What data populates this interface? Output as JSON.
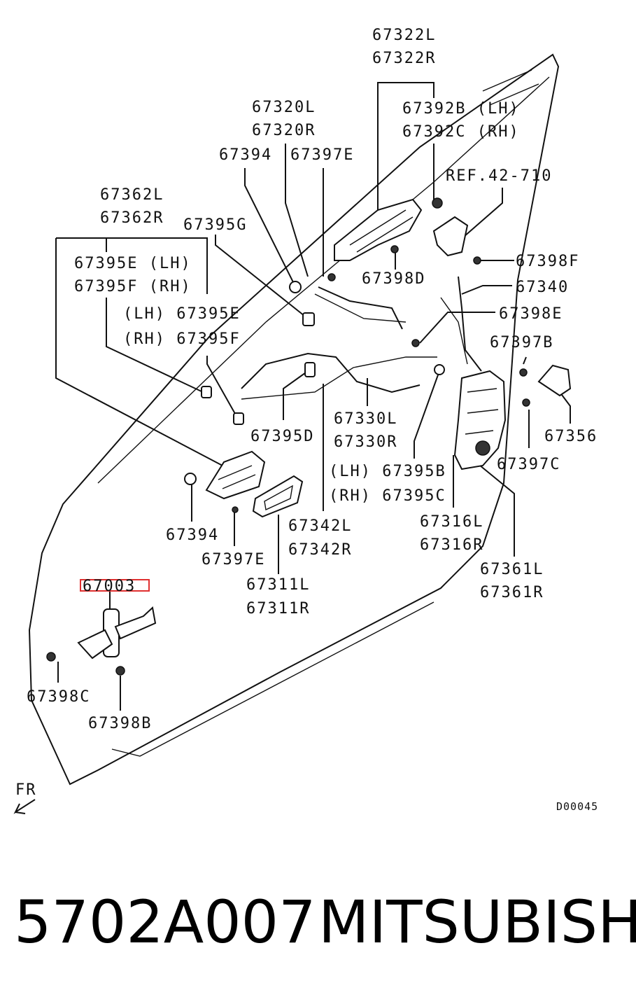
{
  "diagram": {
    "labels": {
      "l67322L": "67322L",
      "l67322R": "67322R",
      "l67392B": "67392B (LH)",
      "l67392C": "67392C (RH)",
      "l67320L": "67320L",
      "l67320R": "67320R",
      "l67394a": "67394",
      "l67397Ea": "67397E",
      "lRef": "REF.42-710",
      "l67362L": "67362L",
      "l67362R": "67362R",
      "l67395G": "67395G",
      "l67398F": "67398F",
      "l67395E_lh": "67395E (LH)",
      "l67395F_rh": "67395F (RH)",
      "l67398D": "67398D",
      "l67340": "67340",
      "l67395E_b": "(LH) 67395E",
      "l67398E": "67398E",
      "l67395F_b": "(RH) 67395F",
      "l67397B": "67397B",
      "l67356": "67356",
      "l67330L": "67330L",
      "l67330R": "67330R",
      "l67395D": "67395D",
      "l67397C": "67397C",
      "l67395B": "(LH) 67395B",
      "l67395C": "(RH) 67395C",
      "l67394b": "67394",
      "l67342L": "67342L",
      "l67342R": "67342R",
      "l67316L": "67316L",
      "l67316R": "67316R",
      "l67397Eb": "67397E",
      "l67361L": "67361L",
      "l67361R": "67361R",
      "l67003": "67003",
      "l67311L": "67311L",
      "l67311R": "67311R",
      "l67398C": "67398C",
      "l67398B": "67398B",
      "lFR": "FR",
      "lCode": "D00045"
    },
    "highlight_color": "#e03030"
  },
  "footer": {
    "part_number": "5702A007",
    "brand": "MITSUBISHI"
  }
}
